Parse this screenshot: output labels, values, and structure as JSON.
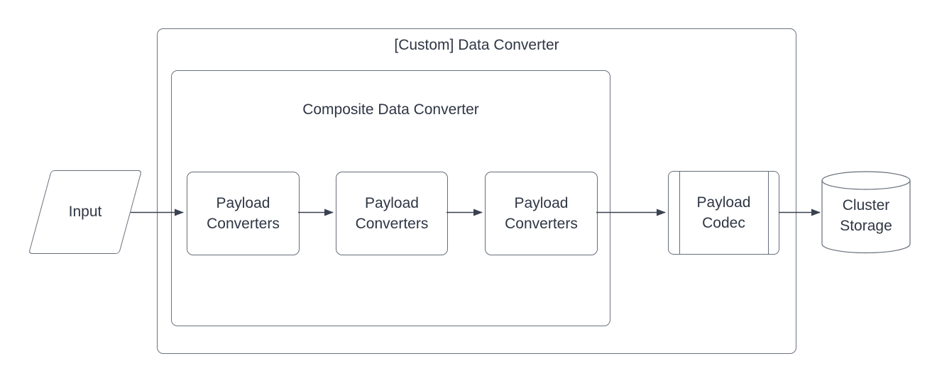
{
  "containers": {
    "outer": {
      "title": "[Custom] Data Converter"
    },
    "inner": {
      "title": "Composite Data Converter"
    }
  },
  "nodes": {
    "input": {
      "label": "Input",
      "shape": "parallelogram"
    },
    "converter1": {
      "label": "Payload\nConverters",
      "shape": "rounded-rectangle"
    },
    "converter2": {
      "label": "Payload\nConverters",
      "shape": "rounded-rectangle"
    },
    "converter3": {
      "label": "Payload\nConverters",
      "shape": "rounded-rectangle"
    },
    "codec": {
      "label": "Payload\nCodec",
      "shape": "predefined-process"
    },
    "storage": {
      "label": "Cluster\nStorage",
      "shape": "cylinder"
    }
  },
  "edges": [
    {
      "from": "input",
      "to": "converter1"
    },
    {
      "from": "converter1",
      "to": "converter2"
    },
    {
      "from": "converter2",
      "to": "converter3"
    },
    {
      "from": "converter3",
      "to": "codec"
    },
    {
      "from": "codec",
      "to": "storage"
    }
  ],
  "colors": {
    "shape_stroke": "#666d79",
    "container_stroke": "#6b7280",
    "arrow": "#3a4150",
    "text": "#2e3644",
    "background": "#ffffff"
  }
}
